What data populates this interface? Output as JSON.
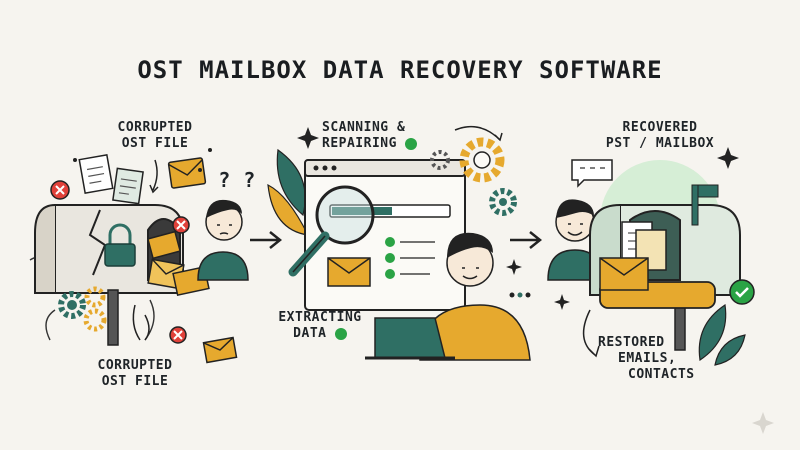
{
  "title": "OST MAILBOX DATA RECOVERY SOFTWARE",
  "stage1": {
    "top_label_line1": "CORRUPTED",
    "top_label_line2": "OST FILE",
    "bottom_label_line1": "CORRUPTED",
    "bottom_label_line2": "OST FILE",
    "question_marks": "? ?"
  },
  "stage2": {
    "label_line1": "SCANNING &",
    "label_line2": "REPAIRING",
    "extract_line1": "EXTRACTING",
    "extract_line2": "DATA"
  },
  "stage3": {
    "label_line1": "RECOVERED",
    "label_line2": "PST / MAILBOX",
    "restored_line1": "RESTORED",
    "restored_line2": "EMAILS,",
    "restored_line3": "CONTACTS"
  },
  "colors": {
    "background": "#f6f4ef",
    "accent_gold": "#e6a92e",
    "accent_teal": "#2f6f64",
    "check_green": "#2aa345",
    "error_red": "#e0413a",
    "ink": "#1f2428"
  }
}
